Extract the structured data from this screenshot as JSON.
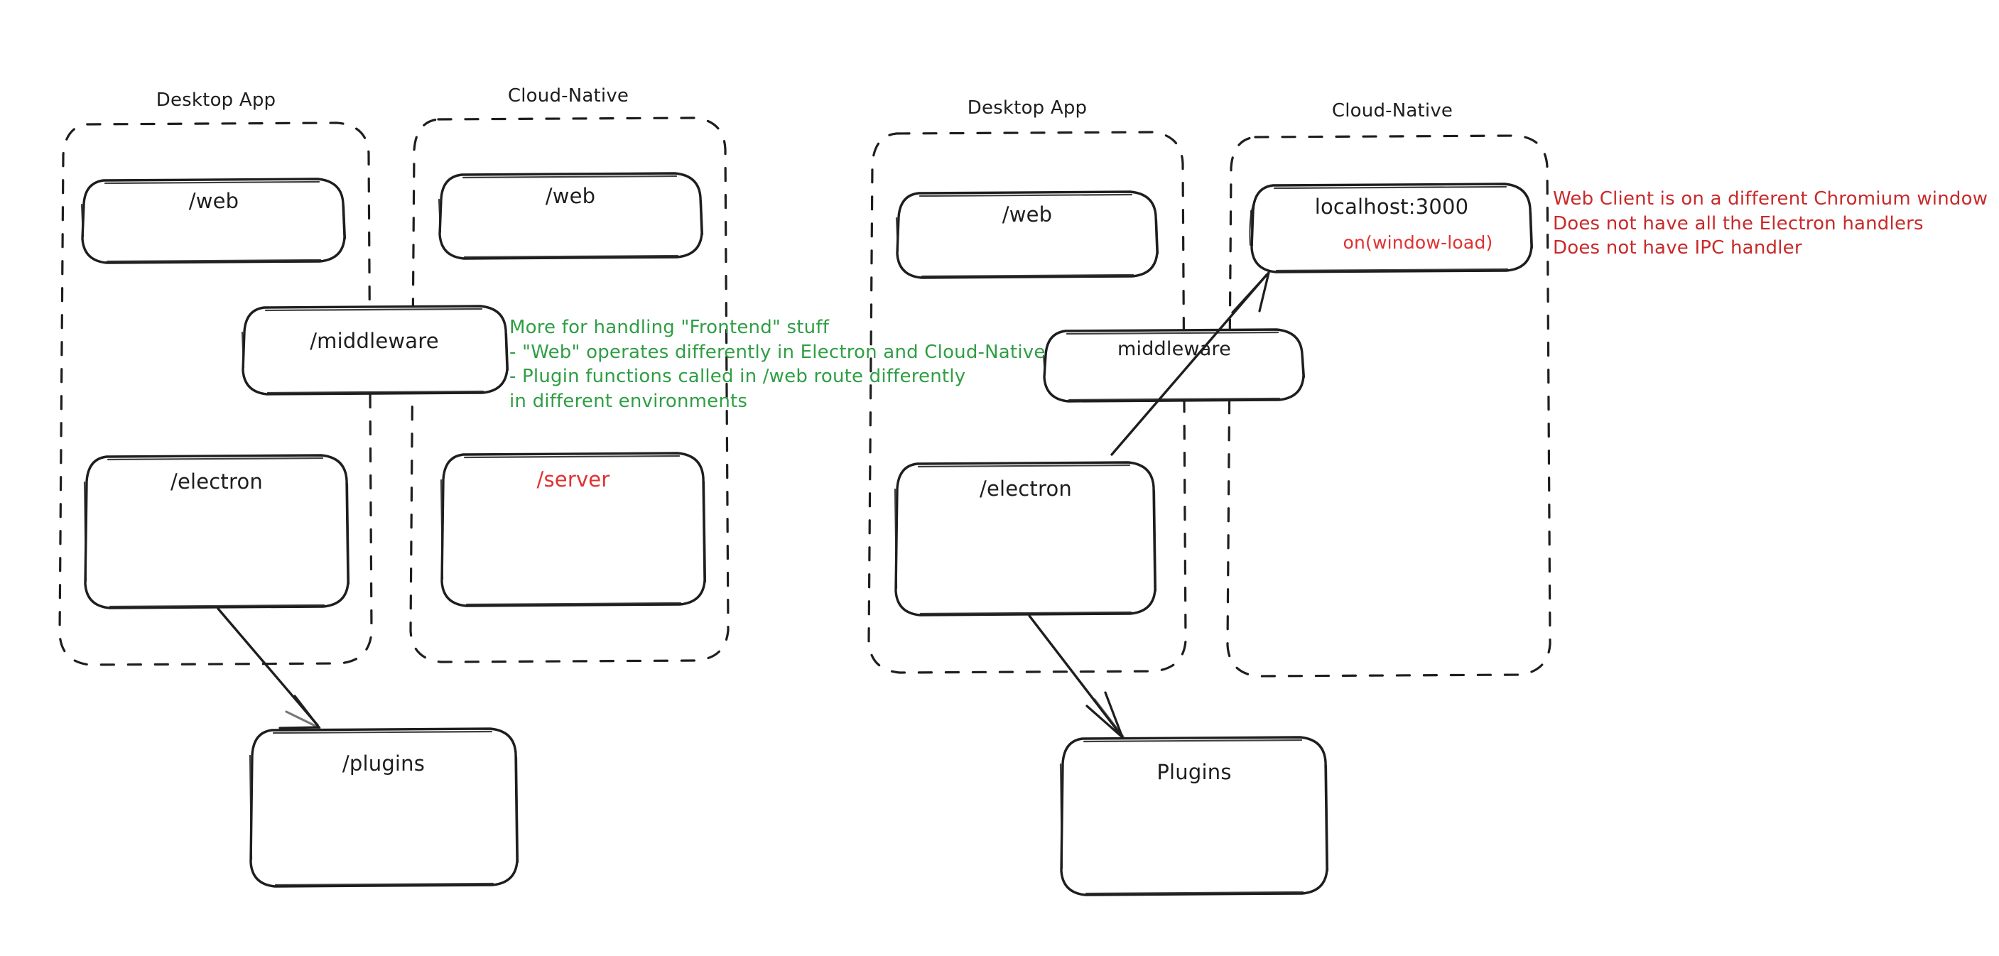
{
  "diagram": {
    "title": "Electron vs Cloud-Native architecture comparison",
    "colors": {
      "stroke": "#1e1e1e",
      "green": "#2f9e44",
      "red": "#e03131",
      "red_note": "#c92a2a",
      "background": "#ffffff"
    },
    "groups": [
      {
        "id": "left-desktop",
        "label": "Desktop App"
      },
      {
        "id": "left-cloud",
        "label": "Cloud-Native"
      },
      {
        "id": "right-desktop",
        "label": "Desktop App"
      },
      {
        "id": "right-cloud",
        "label": "Cloud-Native"
      }
    ],
    "nodes": [
      {
        "id": "left-web-desktop",
        "label": "/web"
      },
      {
        "id": "left-web-cloud",
        "label": "/web"
      },
      {
        "id": "left-middleware",
        "label": "/middleware"
      },
      {
        "id": "left-electron",
        "label": "/electron"
      },
      {
        "id": "left-server",
        "label": "/server"
      },
      {
        "id": "left-plugins",
        "label": "/plugins"
      },
      {
        "id": "right-web-desktop",
        "label": "/web"
      },
      {
        "id": "right-localhost",
        "label": "localhost:3000",
        "sublabel": "on(window-load)"
      },
      {
        "id": "right-middleware",
        "label": "middleware"
      },
      {
        "id": "right-electron",
        "label": "/electron"
      },
      {
        "id": "right-plugins",
        "label": "Plugins"
      }
    ],
    "notes": {
      "green": {
        "color": "#2f9e44",
        "lines": [
          "More for handling \"Frontend\" stuff",
          "- \"Web\" operates differently in Electron and Cloud-Native",
          "- Plugin functions called in /web route differently",
          "in different environments"
        ]
      },
      "red": {
        "color": "#c92a2a",
        "lines": [
          "Web Client is on a different Chromium window",
          "Does not have all the Electron handlers",
          "Does not have IPC handler"
        ]
      }
    },
    "arrows": [
      {
        "id": "arrow-left-electron-to-plugins",
        "from": "/electron",
        "to": "/plugins"
      },
      {
        "id": "arrow-right-electron-to-plugins",
        "from": "/electron",
        "to": "Plugins"
      },
      {
        "id": "arrow-right-electron-to-localhost",
        "from": "/electron",
        "to": "localhost:3000"
      }
    ]
  }
}
